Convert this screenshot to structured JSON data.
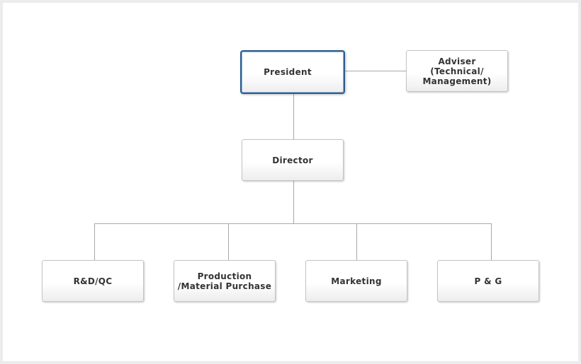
{
  "org_chart": {
    "president": "President",
    "adviser": "Adviser\n(Technical/\nManagement)",
    "director": "Director",
    "departments": [
      "R&D/QC",
      "Production\n/Material Purchase",
      "Marketing",
      "P & G"
    ]
  },
  "colors": {
    "president_border": "#2d5e8e",
    "box_border": "#c4c4c4",
    "connector": "#a8a8a8",
    "text": "#333333"
  }
}
